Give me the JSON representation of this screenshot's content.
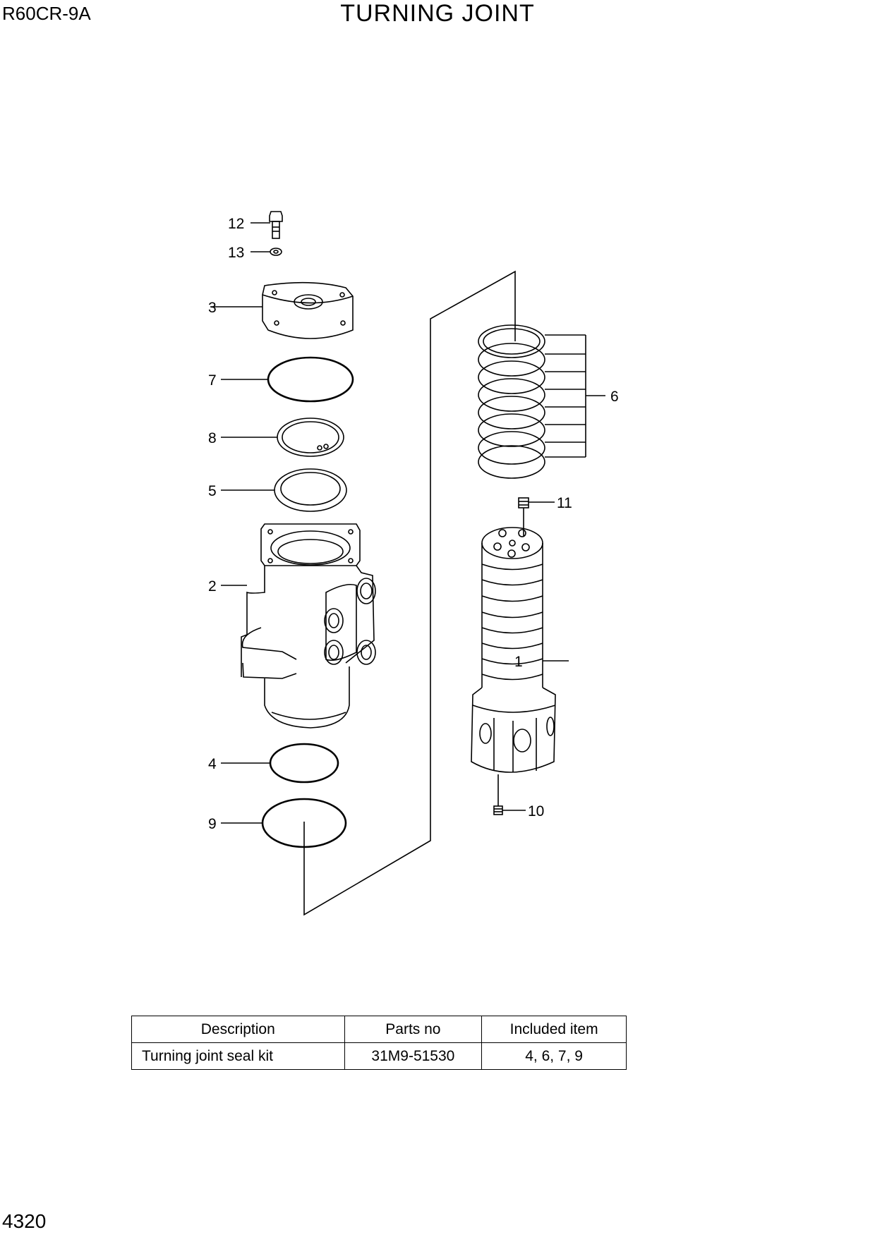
{
  "header": {
    "model": "R60CR-9A",
    "title": "TURNING JOINT"
  },
  "footer": {
    "page_number": "4320"
  },
  "callouts": [
    "1",
    "2",
    "3",
    "4",
    "5",
    "6",
    "7",
    "8",
    "9",
    "10",
    "11",
    "12",
    "13"
  ],
  "kit_table": {
    "headers": [
      "Description",
      "Parts no",
      "Included item"
    ],
    "rows": [
      {
        "description": "Turning joint seal kit",
        "parts_no": "31M9-51530",
        "included": "4, 6, 7, 9"
      }
    ]
  }
}
